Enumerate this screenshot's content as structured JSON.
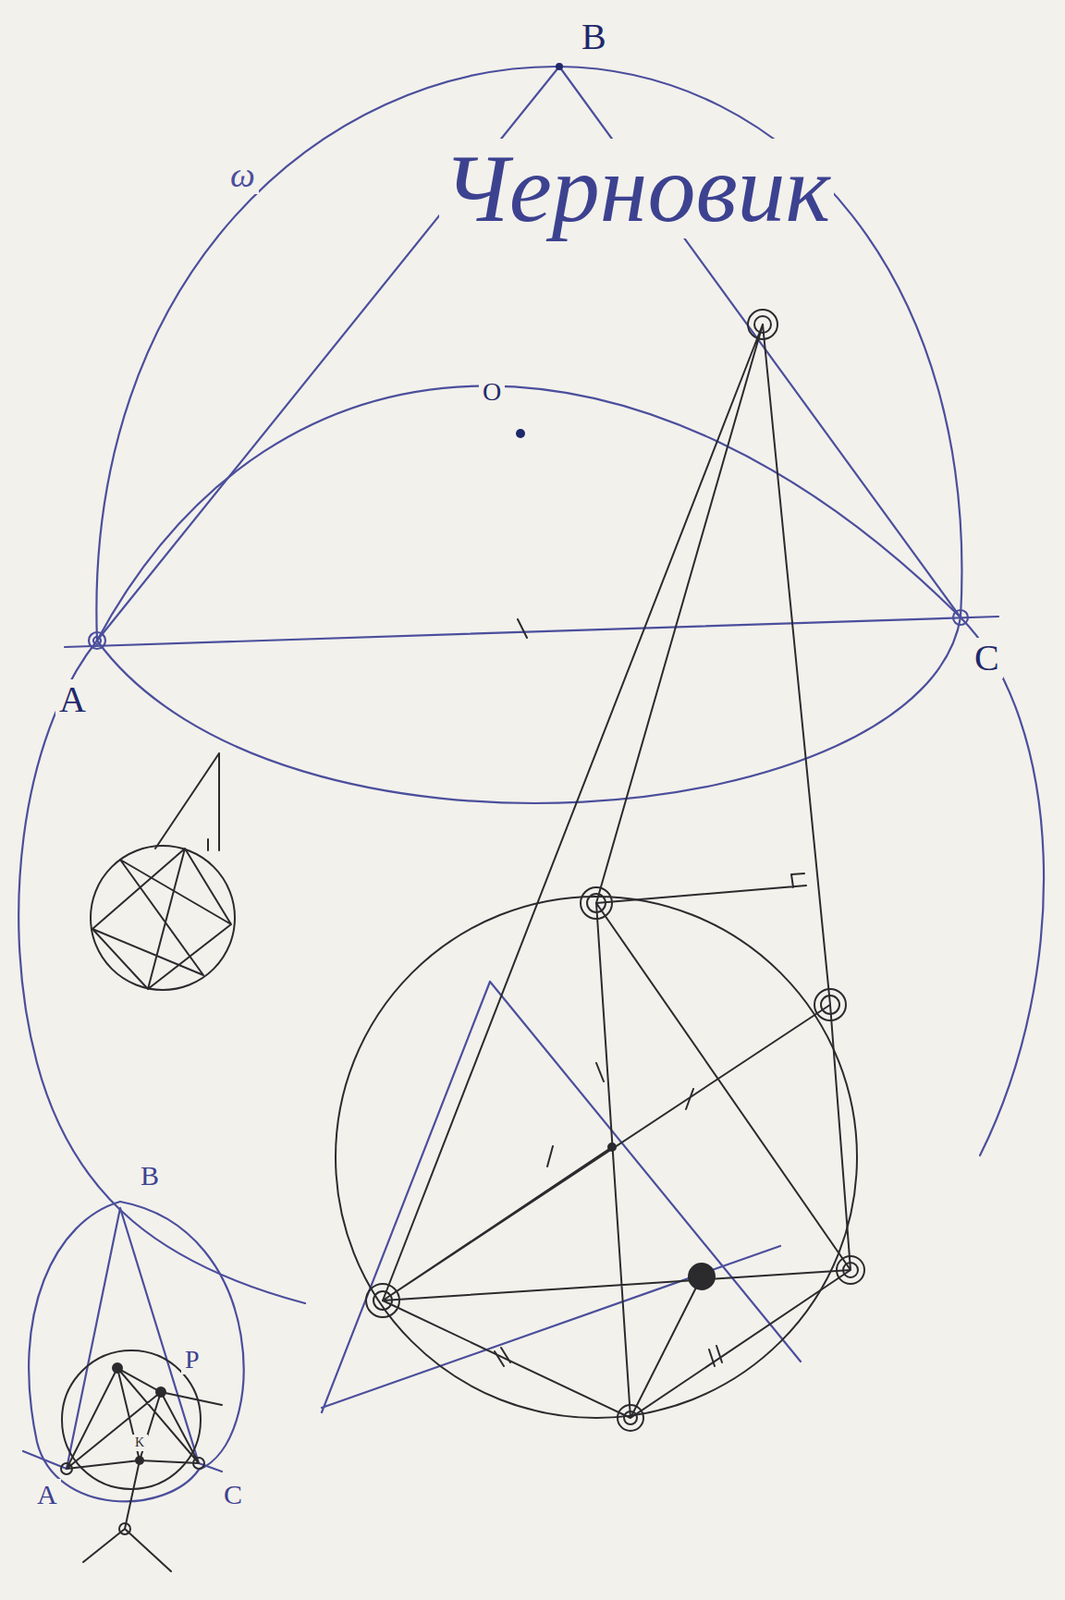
{
  "diagram": {
    "labels": [
      "B",
      "ω",
      "Черновик",
      "O",
      "A",
      "C",
      "B",
      "P",
      "A",
      "C",
      "K"
    ]
  }
}
